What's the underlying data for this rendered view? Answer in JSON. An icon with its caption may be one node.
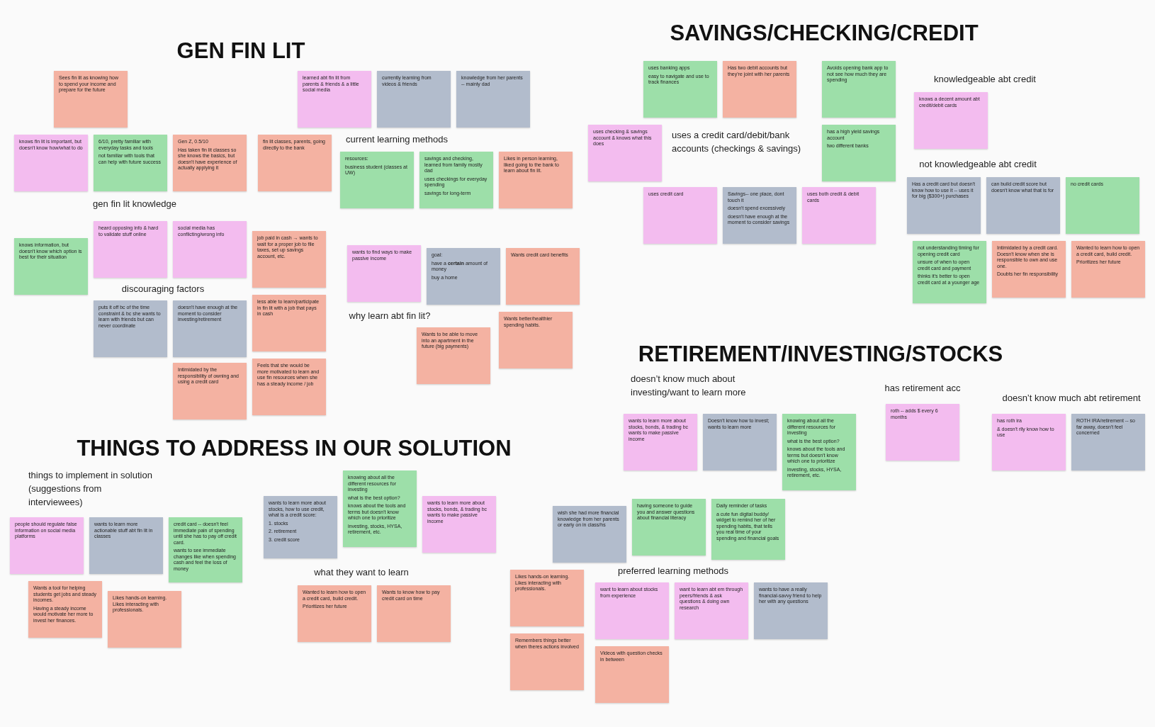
{
  "diagram": {
    "nodes": [
      {
        "text": [
          "Sees fin lit as knowing how to spend your income and prepare for the future"
        ]
      },
      {
        "text": [
          "knows fin lit is important, but doesn't know how/what to do"
        ]
      },
      {
        "text": [
          "6/10, pretty familiar with everyday tasks and tools",
          "not familiar with tools that can help with future success"
        ]
      },
      {
        "text": [
          "Gen Z, 0.5/10",
          "Has taken fin lit classes so she knows the basics, but doesn't have experience of actually applying it"
        ]
      },
      {
        "text": [
          "learned abt fin lit from parents & friends & a little social media"
        ]
      },
      {
        "text": [
          "currently learning from videos & friends"
        ]
      },
      {
        "text": [
          "knowledge from her parents -- mainly dad"
        ]
      },
      {
        "text": [
          "fin lit classes, parents, going directly to the bank"
        ]
      },
      {
        "text": [
          "resources:",
          "business student (classes at UW)"
        ]
      },
      {
        "text": [
          "savings and checking, learned from family mostly dad",
          "uses checkings for everyday spending",
          "savings for long-term"
        ]
      },
      {
        "text": [
          "Likes in person learning, liked going to the bank to learn about fin lit."
        ]
      },
      {
        "text": [
          "knows information, but doesn't know which option is best for their situation"
        ]
      },
      {
        "text": [
          "heard opposing info & hard to validate stuff online"
        ]
      },
      {
        "text": [
          "social media has conflicting/wrong info"
        ]
      },
      {
        "text": [
          "job paid in cash → wants to wait for a proper job to file taxes, set up savings account, etc."
        ]
      },
      {
        "text": [
          "puts it off bc of the time constraint & bc she wants to learn with friends but can never coordinate"
        ]
      },
      {
        "text": [
          "doesn't have enough at the moment to consider investing/retirement"
        ]
      },
      {
        "text": [
          "less able to learn/participate in fin lit with a job that pays in cash"
        ]
      },
      {
        "text": [
          "Intimidated by the responsibility of owning and using a credit card"
        ]
      },
      {
        "text": [
          "Feels that she would be more motivated to learn and use fin resources when she has a steady income / job"
        ]
      },
      {
        "text": [
          "wants to find ways to make passive income"
        ]
      },
      {
        "text": [
          "goal:",
          "have a **certain** amount of money",
          "buy a home"
        ]
      },
      {
        "text": [
          "Wants credit card benefits"
        ]
      },
      {
        "text": [
          "Wants to be able to move into an apartment in the future (big payments)"
        ]
      },
      {
        "text": [
          "Wants better/healthier spending habits."
        ]
      },
      {
        "text": [
          "uses banking apps",
          "easy to navigate and use to track finances"
        ]
      },
      {
        "text": [
          "Has two debit accounts but they're joint with her parents"
        ]
      },
      {
        "text": [
          "Avoids opening bank app to not see how much they are spending"
        ]
      },
      {
        "text": [
          "uses checking & savings account & knows what this does"
        ]
      },
      {
        "text": [
          "has a high yield savings account",
          "two different banks"
        ]
      },
      {
        "text": [
          "uses credit card"
        ]
      },
      {
        "text": [
          "Savings-- one place, dont touch it",
          "doesn't spend excessively",
          "doesn't have enough at the moment to consider savings"
        ]
      },
      {
        "text": [
          "uses both credit & debit cards"
        ]
      },
      {
        "text": [
          "knows a decent amount abt credit/debit cards"
        ]
      },
      {
        "text": [
          "Has a credit card but doesn't know how to use it -- uses it for big ($300+) purchases"
        ]
      },
      {
        "text": [
          "can build credit score but doesn't know what that is for"
        ]
      },
      {
        "text": [
          "no credit cards"
        ]
      },
      {
        "text": [
          "not understanding timing for opening credit card",
          "unsure of when to open credit card and payment",
          "thinks it's better to open credit card at a younger age"
        ]
      },
      {
        "text": [
          "Intimidated by a credit card. Doesn't know when she is responsible to own and use one.",
          "Doubts her fin responsibility"
        ]
      },
      {
        "text": [
          "Wanted to learn how to open a credit card, build credit.",
          "Prioritizes her future"
        ]
      },
      {
        "text": [
          "wants to learn more about stocks, bonds, & trading bc wants to make passive income"
        ]
      },
      {
        "text": [
          "Doesn't know how to invest; wants to learn more"
        ]
      },
      {
        "text": [
          "knowing about all the different resources for investing",
          "what is the best option?",
          "knows about the tools and terms but doesn't know which one to prioritize",
          "investing, stocks, HYSA, retirement, etc."
        ]
      },
      {
        "text": [
          "roth -- adds $ every 6 months"
        ]
      },
      {
        "text": [
          "has roth ira",
          "& doesn't rlly know how to use"
        ]
      },
      {
        "text": [
          "ROTH IRA/retirement -- so far away, doesn't feel concerned"
        ]
      },
      {
        "text": [
          "people should regulate false information on social media platforms"
        ]
      },
      {
        "text": [
          "wants to learn more actionable stuff abt fin lit in classes"
        ]
      },
      {
        "text": [
          "credit card -- doesn't feel immediate pain of spending until she has to pay off credit card.",
          "wants to see immediate changes like when spending cash and feel the loss of money"
        ]
      },
      {
        "text": [
          "Wants a tool for helping students get jobs and steady incomes.",
          "Having a steady income would motivate her more to invest her finances."
        ]
      },
      {
        "text": [
          "Likes hands-on learning. Likes interacting with professionals."
        ]
      },
      {
        "text": [
          "wants to learn more about stocks, how to use credit, what is a credit score:",
          "1. stocks",
          "2. retirement",
          "3. credit score"
        ]
      },
      {
        "text": [
          "knowing about all the different resources for investing",
          "what is the best option?",
          "knows about the tools and terms but doesn't know which one to prioritize",
          "investing, stocks, HYSA, retirement, etc."
        ]
      },
      {
        "text": [
          "wants to learn more about stocks, bonds, & trading bc wants to make passive income"
        ]
      },
      {
        "text": [
          "Wanted to learn how to open a credit card, build credit.",
          "Prioritizes her future"
        ]
      },
      {
        "text": [
          "Wants to know how to pay credit card on time"
        ]
      },
      {
        "text": [
          "wish she had more financial knowledge from her parents or early on in class/hs"
        ]
      },
      {
        "text": [
          "having someone to guide you and answer questions about financial literacy"
        ]
      },
      {
        "text": [
          "Daily reminder of tasks",
          "a cute fun digital buddy/ widget to remind her of her spending habits, that tells you real time of your spending and financial goals"
        ]
      },
      {
        "text": [
          "Likes hands-on learning. Likes interacting with professionals."
        ]
      },
      {
        "text": [
          "want to learn about stocks from experience"
        ]
      },
      {
        "text": [
          "want to learn abt em through peers/friends & ask questions & doing own research"
        ]
      },
      {
        "text": [
          "wants to have a really financial-savvy friend to help her with any questions"
        ]
      },
      {
        "text": [
          "Remembers things better when theres actions involved"
        ]
      },
      {
        "text": [
          "Videos with question checks in between"
        ]
      }
    ],
    "labels": [
      "GEN FIN LIT",
      "gen fin lit knowledge",
      "current learning methods",
      "discouraging factors",
      "why learn abt fin lit?",
      "SAVINGS/CHECKING/CREDIT",
      "uses a credit card/debit/bank accounts (checkings & savings)",
      "knowledgeable abt credit",
      "not knowledgeable abt credit",
      "RETIREMENT/INVESTING/STOCKS",
      "doesn’t know much about investing/want to learn more",
      "has retirement acc",
      "doesn’t know much abt retirement",
      "THINGS TO ADDRESS IN OUR SOLUTION",
      "things to implement in solution (suggestions from interviewees)",
      "what they want to learn",
      "preferred learning methods"
    ]
  }
}
